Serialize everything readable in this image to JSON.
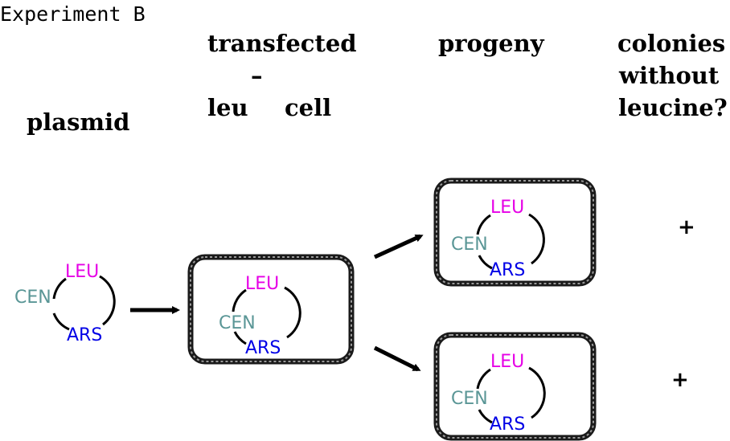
{
  "title": "Experiment B",
  "headings": {
    "plasmid": "plasmid",
    "transfected_line1": "transfected",
    "transfected_minus": "–",
    "transfected_leu": "leu",
    "transfected_cell": "cell",
    "progeny": "progeny",
    "colonies_line1": "colonies",
    "colonies_line2": "without",
    "colonies_line3": "leucine?"
  },
  "genes": {
    "leu": "LEU",
    "cen": "CEN",
    "ars": "ARS"
  },
  "gene_colors": {
    "leu": "#e600e6",
    "cen": "#5a9696",
    "ars": "#0000e6"
  },
  "results": {
    "top": "+",
    "bottom": "+"
  },
  "colors": {
    "cell_border_outer": "#1a1a1a",
    "cell_border_inner": "#9a9a9a",
    "arrow": "#000000"
  }
}
